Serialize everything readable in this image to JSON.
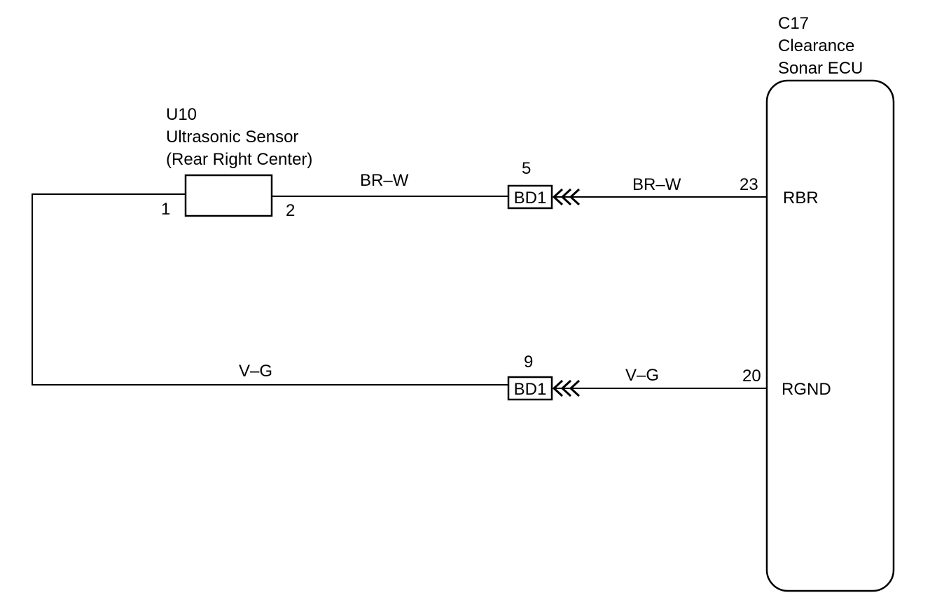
{
  "ecu": {
    "code": "C17",
    "name_line1": "Clearance",
    "name_line2": "Sonar ECU",
    "pins": [
      {
        "number": "23",
        "name": "RBR"
      },
      {
        "number": "20",
        "name": "RGND"
      }
    ]
  },
  "sensor": {
    "code": "U10",
    "name_line1": "Ultrasonic Sensor",
    "name_line2": "(Rear Right Center)",
    "pin_left": "1",
    "pin_right": "2"
  },
  "connectors": [
    {
      "pin": "5",
      "label": "BD1"
    },
    {
      "pin": "9",
      "label": "BD1"
    }
  ],
  "wires": {
    "upper_left": "BR–W",
    "upper_right": "BR–W",
    "lower_left": "V–G",
    "lower_right": "V–G"
  }
}
